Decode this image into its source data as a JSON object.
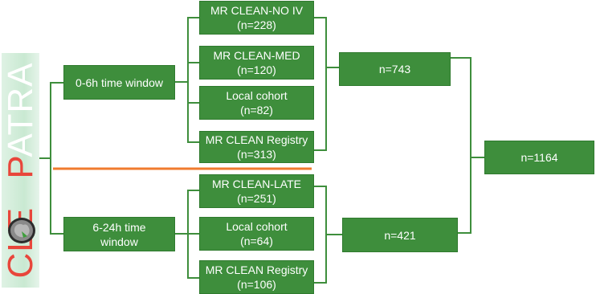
{
  "logo": {
    "text_red_a": "CLE",
    "text_brain": "O",
    "text_red_b": "P",
    "text_white": "ATRA",
    "icon": "brain-scan-icon",
    "colors": {
      "red": "#e8463b",
      "white": "#ffffff"
    }
  },
  "windows": {
    "early": {
      "line1": "0-6h time window"
    },
    "late": {
      "line1": "6-24h time",
      "line2": "window"
    }
  },
  "cohorts_early": [
    {
      "name": "MR CLEAN-NO IV",
      "n": "(n=228)"
    },
    {
      "name": "MR CLEAN-MED",
      "n": "(n=120)"
    },
    {
      "name": "Local cohort",
      "n": "(n=82)"
    },
    {
      "name": "MR CLEAN Registry",
      "n": "(n=313)"
    }
  ],
  "cohorts_late": [
    {
      "name": "MR CLEAN-LATE",
      "n": "(n=251)"
    },
    {
      "name": "Local cohort",
      "n": "(n=64)"
    },
    {
      "name": "MR CLEAN Registry",
      "n": "(n=106)"
    }
  ],
  "totals": {
    "early": "n=743",
    "late": "n=421",
    "overall": "n=1164"
  },
  "colors": {
    "box": "#3e8e3c",
    "line": "#3e8e3c",
    "separator": "#f07b2e"
  }
}
